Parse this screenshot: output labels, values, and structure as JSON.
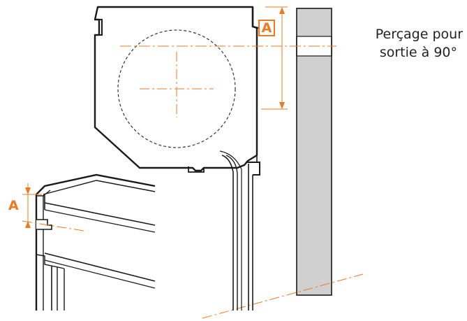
{
  "labels": {
    "dimension_a_top": "A",
    "dimension_a_left": "A",
    "drilling_line1": "Perçage pour",
    "drilling_line2": "sortie à 90°"
  },
  "colors": {
    "dimension": "#f07820",
    "outline": "#1a1a1a",
    "wall_fill": "#d0d0d0",
    "hidden_line": "#333333"
  }
}
